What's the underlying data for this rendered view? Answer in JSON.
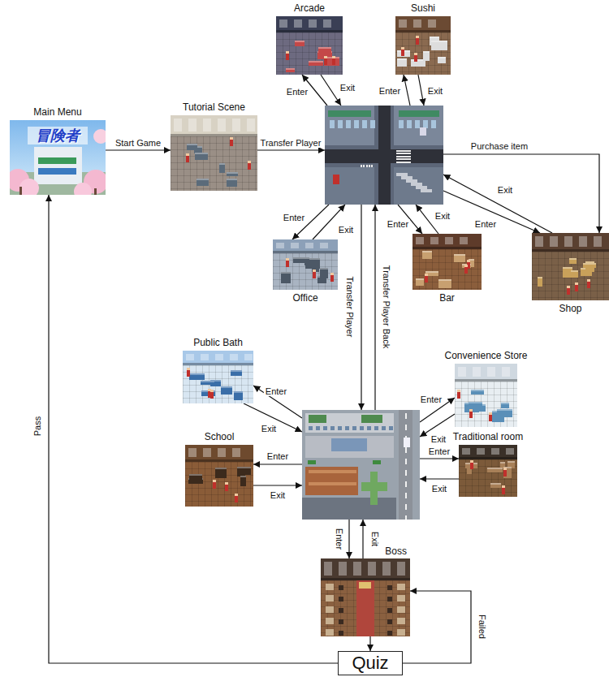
{
  "diagram": {
    "nodes": [
      {
        "text": [
          "Main Menu",
          "冒険者"
        ]
      },
      {
        "text": [
          "Tutorial Scene"
        ]
      },
      {
        "text": [
          "Arcade"
        ]
      },
      {
        "text": [
          "Sushi"
        ]
      },
      {
        "text": []
      },
      {
        "text": [
          "Shop"
        ]
      },
      {
        "text": [
          "Office"
        ]
      },
      {
        "text": [
          "Bar"
        ]
      },
      {
        "text": [
          "Public Bath"
        ]
      },
      {
        "text": [
          "Convenience Store"
        ]
      },
      {
        "text": [
          "School"
        ]
      },
      {
        "text": []
      },
      {
        "text": [
          "Traditional room"
        ]
      },
      {
        "text": [
          "Boss"
        ]
      },
      {
        "text": [
          "Quiz"
        ]
      }
    ],
    "edges": [
      {
        "from": 0,
        "to": 1,
        "label": "Start Game",
        "arrow": "to"
      },
      {
        "from": 1,
        "to": 4,
        "label": "Transfer Player",
        "arrow": "to"
      },
      {
        "from": 4,
        "to": 2,
        "label": "Enter",
        "arrow": "to"
      },
      {
        "from": 2,
        "to": 4,
        "label": "Exit",
        "arrow": "to"
      },
      {
        "from": 4,
        "to": 3,
        "label": "Enter",
        "arrow": "to"
      },
      {
        "from": 3,
        "to": 4,
        "label": "Exit",
        "arrow": "to"
      },
      {
        "from": 4,
        "to": 5,
        "label": "Purchase item",
        "arrow": "to"
      },
      {
        "from": 5,
        "to": 4,
        "label": "Exit",
        "arrow": "to"
      },
      {
        "from": 4,
        "to": 5,
        "label": "Enter",
        "arrow": "to"
      },
      {
        "from": 4,
        "to": 6,
        "label": "Enter",
        "arrow": "to"
      },
      {
        "from": 6,
        "to": 4,
        "label": "Exit",
        "arrow": "to"
      },
      {
        "from": 4,
        "to": 7,
        "label": "Enter",
        "arrow": "to"
      },
      {
        "from": 7,
        "to": 4,
        "label": "Exit",
        "arrow": "to"
      },
      {
        "from": 4,
        "to": 11,
        "label": "Transfer Player",
        "arrow": "to"
      },
      {
        "from": 11,
        "to": 4,
        "label": "Transfer Player Back",
        "arrow": "to"
      },
      {
        "from": 11,
        "to": 8,
        "label": "Enter",
        "arrow": "to"
      },
      {
        "from": 8,
        "to": 11,
        "label": "Exit",
        "arrow": "to"
      },
      {
        "from": 11,
        "to": 9,
        "label": "Enter",
        "arrow": "to"
      },
      {
        "from": 9,
        "to": 11,
        "label": "Exit",
        "arrow": "to"
      },
      {
        "from": 11,
        "to": 10,
        "label": "Enter",
        "arrow": "to"
      },
      {
        "from": 10,
        "to": 11,
        "label": "Exit",
        "arrow": "to"
      },
      {
        "from": 11,
        "to": 12,
        "label": "Enter",
        "arrow": "to"
      },
      {
        "from": 12,
        "to": 11,
        "label": "Exit",
        "arrow": "to"
      },
      {
        "from": 11,
        "to": 13,
        "label": "Enter",
        "arrow": "to"
      },
      {
        "from": 13,
        "to": 11,
        "label": "Exit",
        "arrow": "to"
      },
      {
        "from": 13,
        "to": 14,
        "arrow": "to"
      },
      {
        "from": 14,
        "to": 0,
        "label": "Pass",
        "arrow": "to"
      },
      {
        "from": 14,
        "to": 13,
        "label": "Failed",
        "arrow": "to"
      }
    ]
  }
}
